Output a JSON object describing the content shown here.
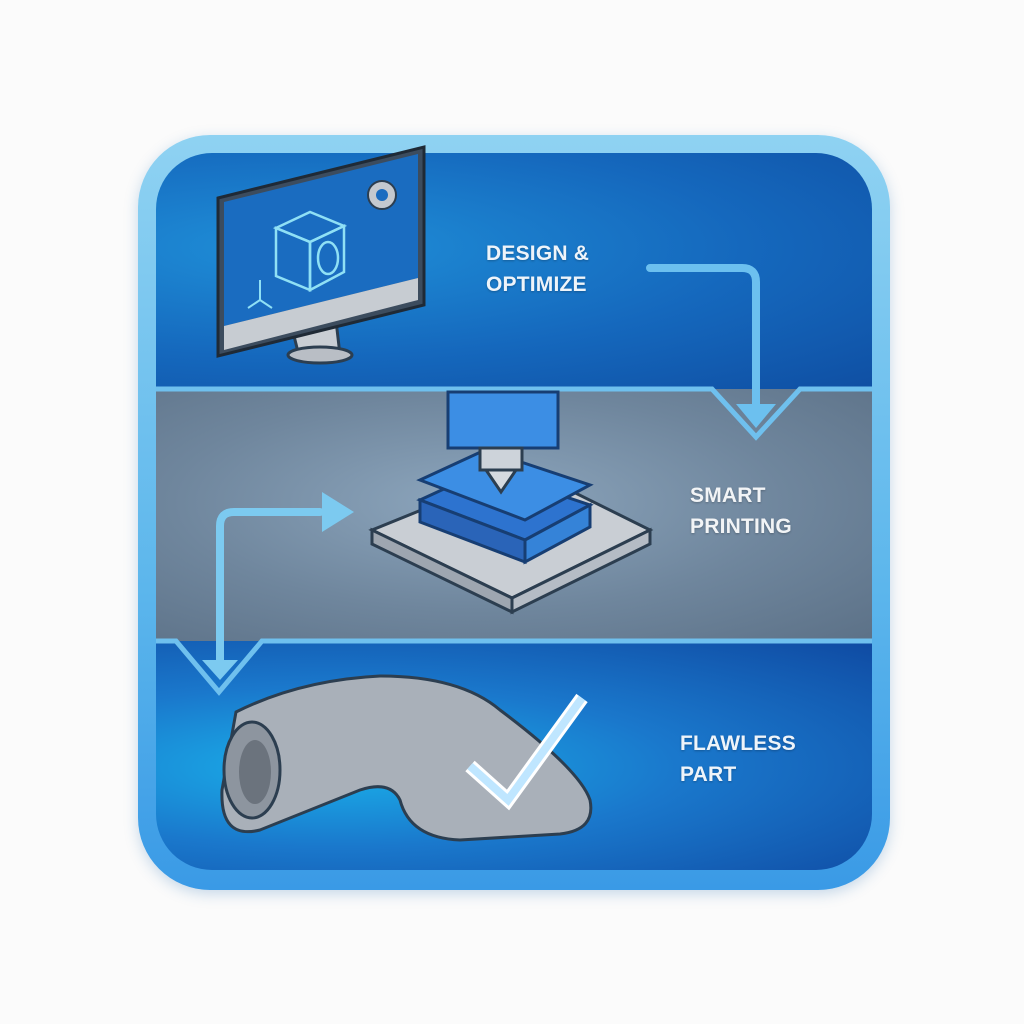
{
  "diagram": {
    "type": "process-flow",
    "steps": [
      {
        "id": "design",
        "label_line1": "DESIGN &",
        "label_line2": "OPTIMIZE",
        "icon": "computer-monitor-with-cad-cube-and-gear-icon",
        "background": "#1568bd"
      },
      {
        "id": "printing",
        "label_line1": "SMART",
        "label_line2": "PRINTING",
        "icon": "3d-printer-nozzle-printing-part-icon",
        "background": "#6f869d"
      },
      {
        "id": "part",
        "label_line1": "FLAWLESS",
        "label_line2": "PART",
        "icon": "metal-elbow-pipe-with-checkmark-icon",
        "background": "#1a78cc"
      }
    ],
    "connectors": [
      {
        "from": "design",
        "to": "printing",
        "shape": "right-then-down-arrow"
      },
      {
        "from": "printing",
        "to": "part",
        "shape": "left-loop-down-arrow"
      }
    ],
    "colors": {
      "frame": "#7cc8f0",
      "arrow": "#7cc4f0",
      "text": "#eef4fa"
    }
  }
}
